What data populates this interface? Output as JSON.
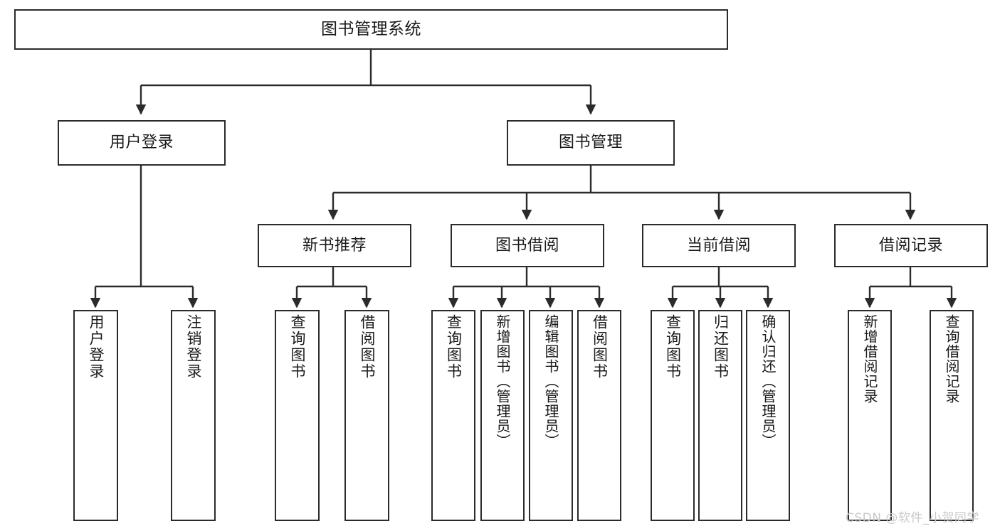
{
  "diagram": {
    "title": "图书管理系统",
    "type": "tree-hierarchy",
    "watermark": "CSDN @软件_小贺同学",
    "colors": {
      "box_border": "#2b2b2b",
      "box_fill": "#ffffff",
      "edge": "#2b2b2b",
      "text": "#1a1a1a",
      "watermark": "#c9c9c9"
    },
    "nodes": {
      "root": {
        "label": "图书管理系统"
      },
      "level2": [
        {
          "label": "用户登录"
        },
        {
          "label": "图书管理"
        }
      ],
      "level3": [
        {
          "label": "新书推荐"
        },
        {
          "label": "图书借阅"
        },
        {
          "label": "当前借阅"
        },
        {
          "label": "借阅记录"
        }
      ],
      "leaves": {
        "user_login": [
          {
            "label": "用户登录"
          },
          {
            "label": "注销登录"
          }
        ],
        "new_book_recommend": [
          {
            "label": "查询图书"
          },
          {
            "label": "借阅图书"
          }
        ],
        "book_borrow": [
          {
            "label": "查询图书"
          },
          {
            "label": "新增图书（管理员）"
          },
          {
            "label": "编辑图书（管理员）"
          },
          {
            "label": "借阅图书"
          }
        ],
        "current_borrow": [
          {
            "label": "查询图书"
          },
          {
            "label": "归还图书"
          },
          {
            "label": "确认归还（管理员）"
          }
        ],
        "borrow_record": [
          {
            "label": "新增借阅记录"
          },
          {
            "label": "查询借阅记录"
          }
        ]
      }
    }
  }
}
